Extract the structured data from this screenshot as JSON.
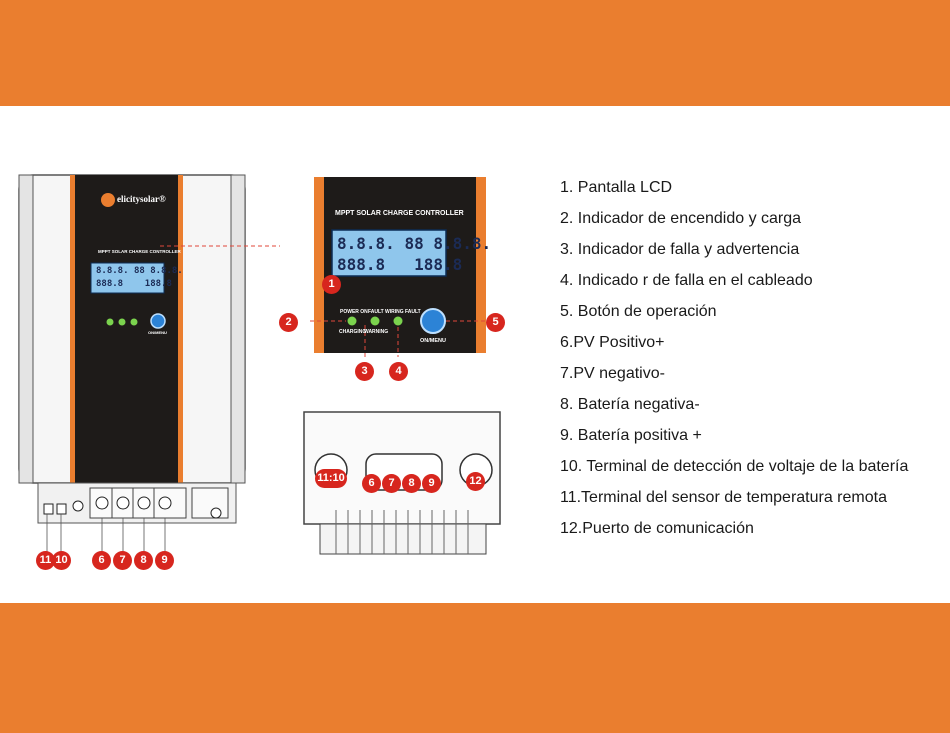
{
  "colors": {
    "orange": "#ea7e2f",
    "badge_red": "#d7261e",
    "panel_dark": "#1e1b19",
    "lcd_blue": "#8fc6ec",
    "button_blue": "#2c83d6",
    "led_green": "#7bd34e",
    "leader_line": "#e0473a"
  },
  "device": {
    "brand": "elicitysolar",
    "brand_mark": "®",
    "model_title": "MPPT SOLAR CHARGE CONTROLLER",
    "lcd_digits_left": "8.8.8.",
    "lcd_digits_mid": "88",
    "lcd_digits_right": "8.8.8.",
    "lcd_digits_left2": "888.8",
    "lcd_digits_right2": "188.8",
    "indicator_labels": [
      "POWER ON",
      "FAULT",
      "WIRING FAULT"
    ],
    "indicator_sublabels": [
      "CHARGING",
      "WARNING"
    ],
    "button_label": "ON/MENU"
  },
  "callouts": [
    "1",
    "2",
    "3",
    "4",
    "5",
    "6",
    "7",
    "8",
    "9",
    "10",
    "11",
    "12"
  ],
  "callout_combo": "11:10",
  "legend": [
    "1. Pantalla LCD",
    "2. Indicador de encendido y carga",
    "3. Indicador de falla y advertencia",
    "4. Indicado r de falla en el cableado",
    "5. Botón de operación",
    "6.PV Positivo+",
    "7.PV negativo-",
    "8. Batería negativa-",
    "9. Batería positiva +",
    "10. Terminal de detección de voltaje de la batería",
    "11.Terminal del sensor de temperatura remota",
    "12.Puerto de comunicación"
  ]
}
